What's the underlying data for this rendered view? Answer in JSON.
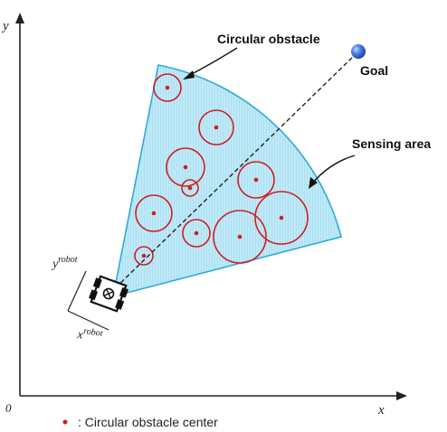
{
  "labels": {
    "obstacle": "Circular obstacle",
    "goal": "Goal",
    "sensing": "Sensing area"
  },
  "axes": {
    "x": "x",
    "y": "y",
    "origin": "0"
  },
  "robot_frame": {
    "x_base": "x",
    "y_base": "y",
    "sup": "robot"
  },
  "legend": {
    "text": ": Circular obstacle center"
  },
  "colors": {
    "sensing_fill": "#b9e8f7",
    "sensing_stroke": "#2eaad8",
    "obstacle": "#d11e1e",
    "goal": "#2f62c8",
    "axis": "#222222"
  },
  "icons": [
    "arrow-icon",
    "robot-icon",
    "goal-marker"
  ]
}
